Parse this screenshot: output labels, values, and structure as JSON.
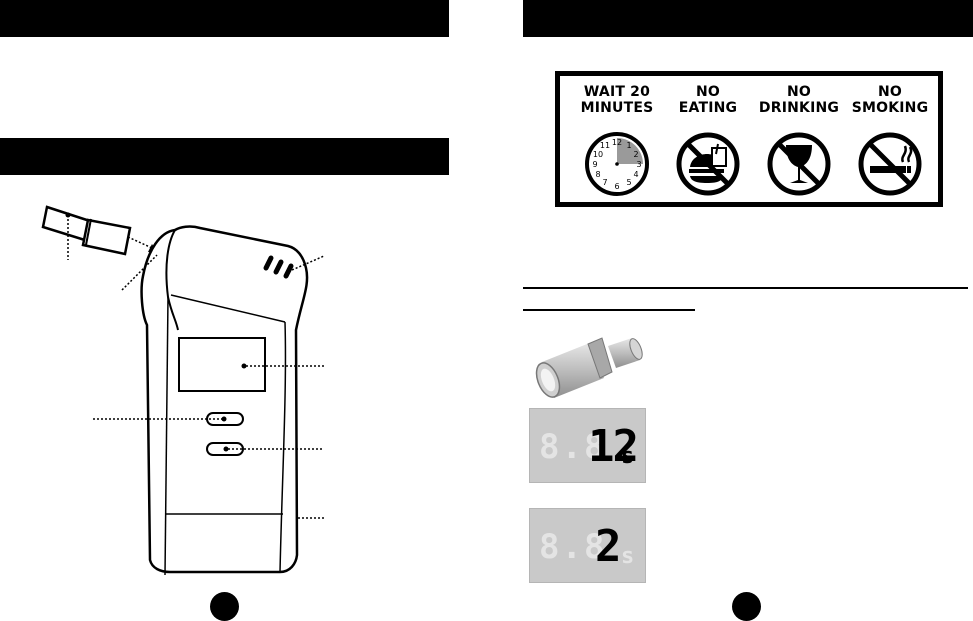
{
  "warnings": {
    "items": [
      {
        "label": "WAIT 20\nMINUTES",
        "icon": "clock-icon"
      },
      {
        "label": "NO\nEATING",
        "icon": "no-eating-icon"
      },
      {
        "label": "NO\nDRINKING",
        "icon": "no-drinking-icon"
      },
      {
        "label": "NO\nSMOKING",
        "icon": "no-smoking-icon"
      }
    ],
    "clock_numbers": [
      "12",
      "1",
      "2",
      "3",
      "4",
      "5",
      "6",
      "7",
      "8",
      "9",
      "10",
      "11"
    ]
  },
  "displays": {
    "countdown": {
      "digits": "12",
      "unit": "s",
      "ghost": "8.8"
    },
    "readout": {
      "digits": "2",
      "unit": "s",
      "ghost": "8.8"
    }
  },
  "colors": {
    "bar": "#000000",
    "lcd_bg": "#c9c9c9",
    "lcd_ghost": "#e4e4e4",
    "clock_fill": "#9a9a9a"
  }
}
